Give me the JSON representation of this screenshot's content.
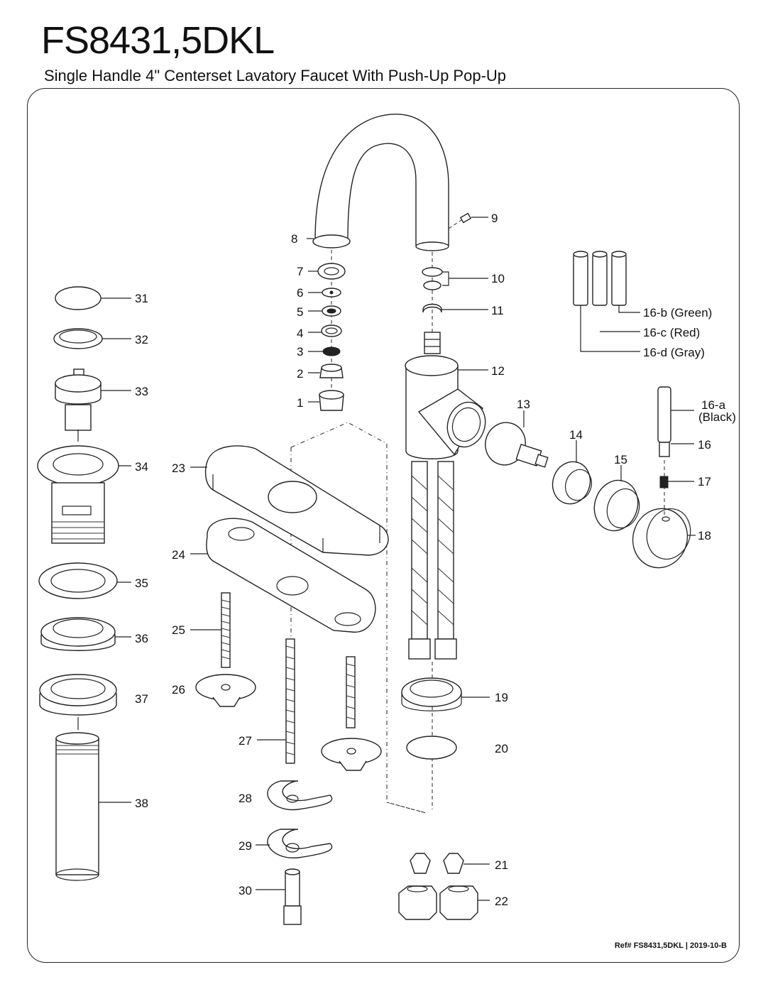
{
  "header": {
    "model": "FS8431,5DKL",
    "description": "Single Handle 4\" Centerset Lavatory Faucet With  Push-Up Pop-Up"
  },
  "footer": {
    "reference": "Ref# FS8431,5DKL | 2019-10-B"
  },
  "parts": {
    "p1": "1",
    "p2": "2",
    "p3": "3",
    "p4": "4",
    "p5": "5",
    "p6": "6",
    "p7": "7",
    "p8": "8",
    "p9": "9",
    "p10": "10",
    "p11": "11",
    "p12": "12",
    "p13": "13",
    "p14": "14",
    "p15": "15",
    "p16": "16",
    "p16a": "16-a",
    "p16a2": "(Black)",
    "p16b": "16-b (Green)",
    "p16c": "16-c (Red)",
    "p16d": "16-d (Gray)",
    "p17": "17",
    "p18": "18",
    "p19": "19",
    "p20": "20",
    "p21": "21",
    "p22": "22",
    "p23": "23",
    "p24": "24",
    "p25": "25",
    "p26": "26",
    "p27": "27",
    "p28": "28",
    "p29": "29",
    "p30": "30",
    "p31": "31",
    "p32": "32",
    "p33": "33",
    "p34": "34",
    "p35": "35",
    "p36": "36",
    "p37": "37",
    "p38": "38"
  }
}
